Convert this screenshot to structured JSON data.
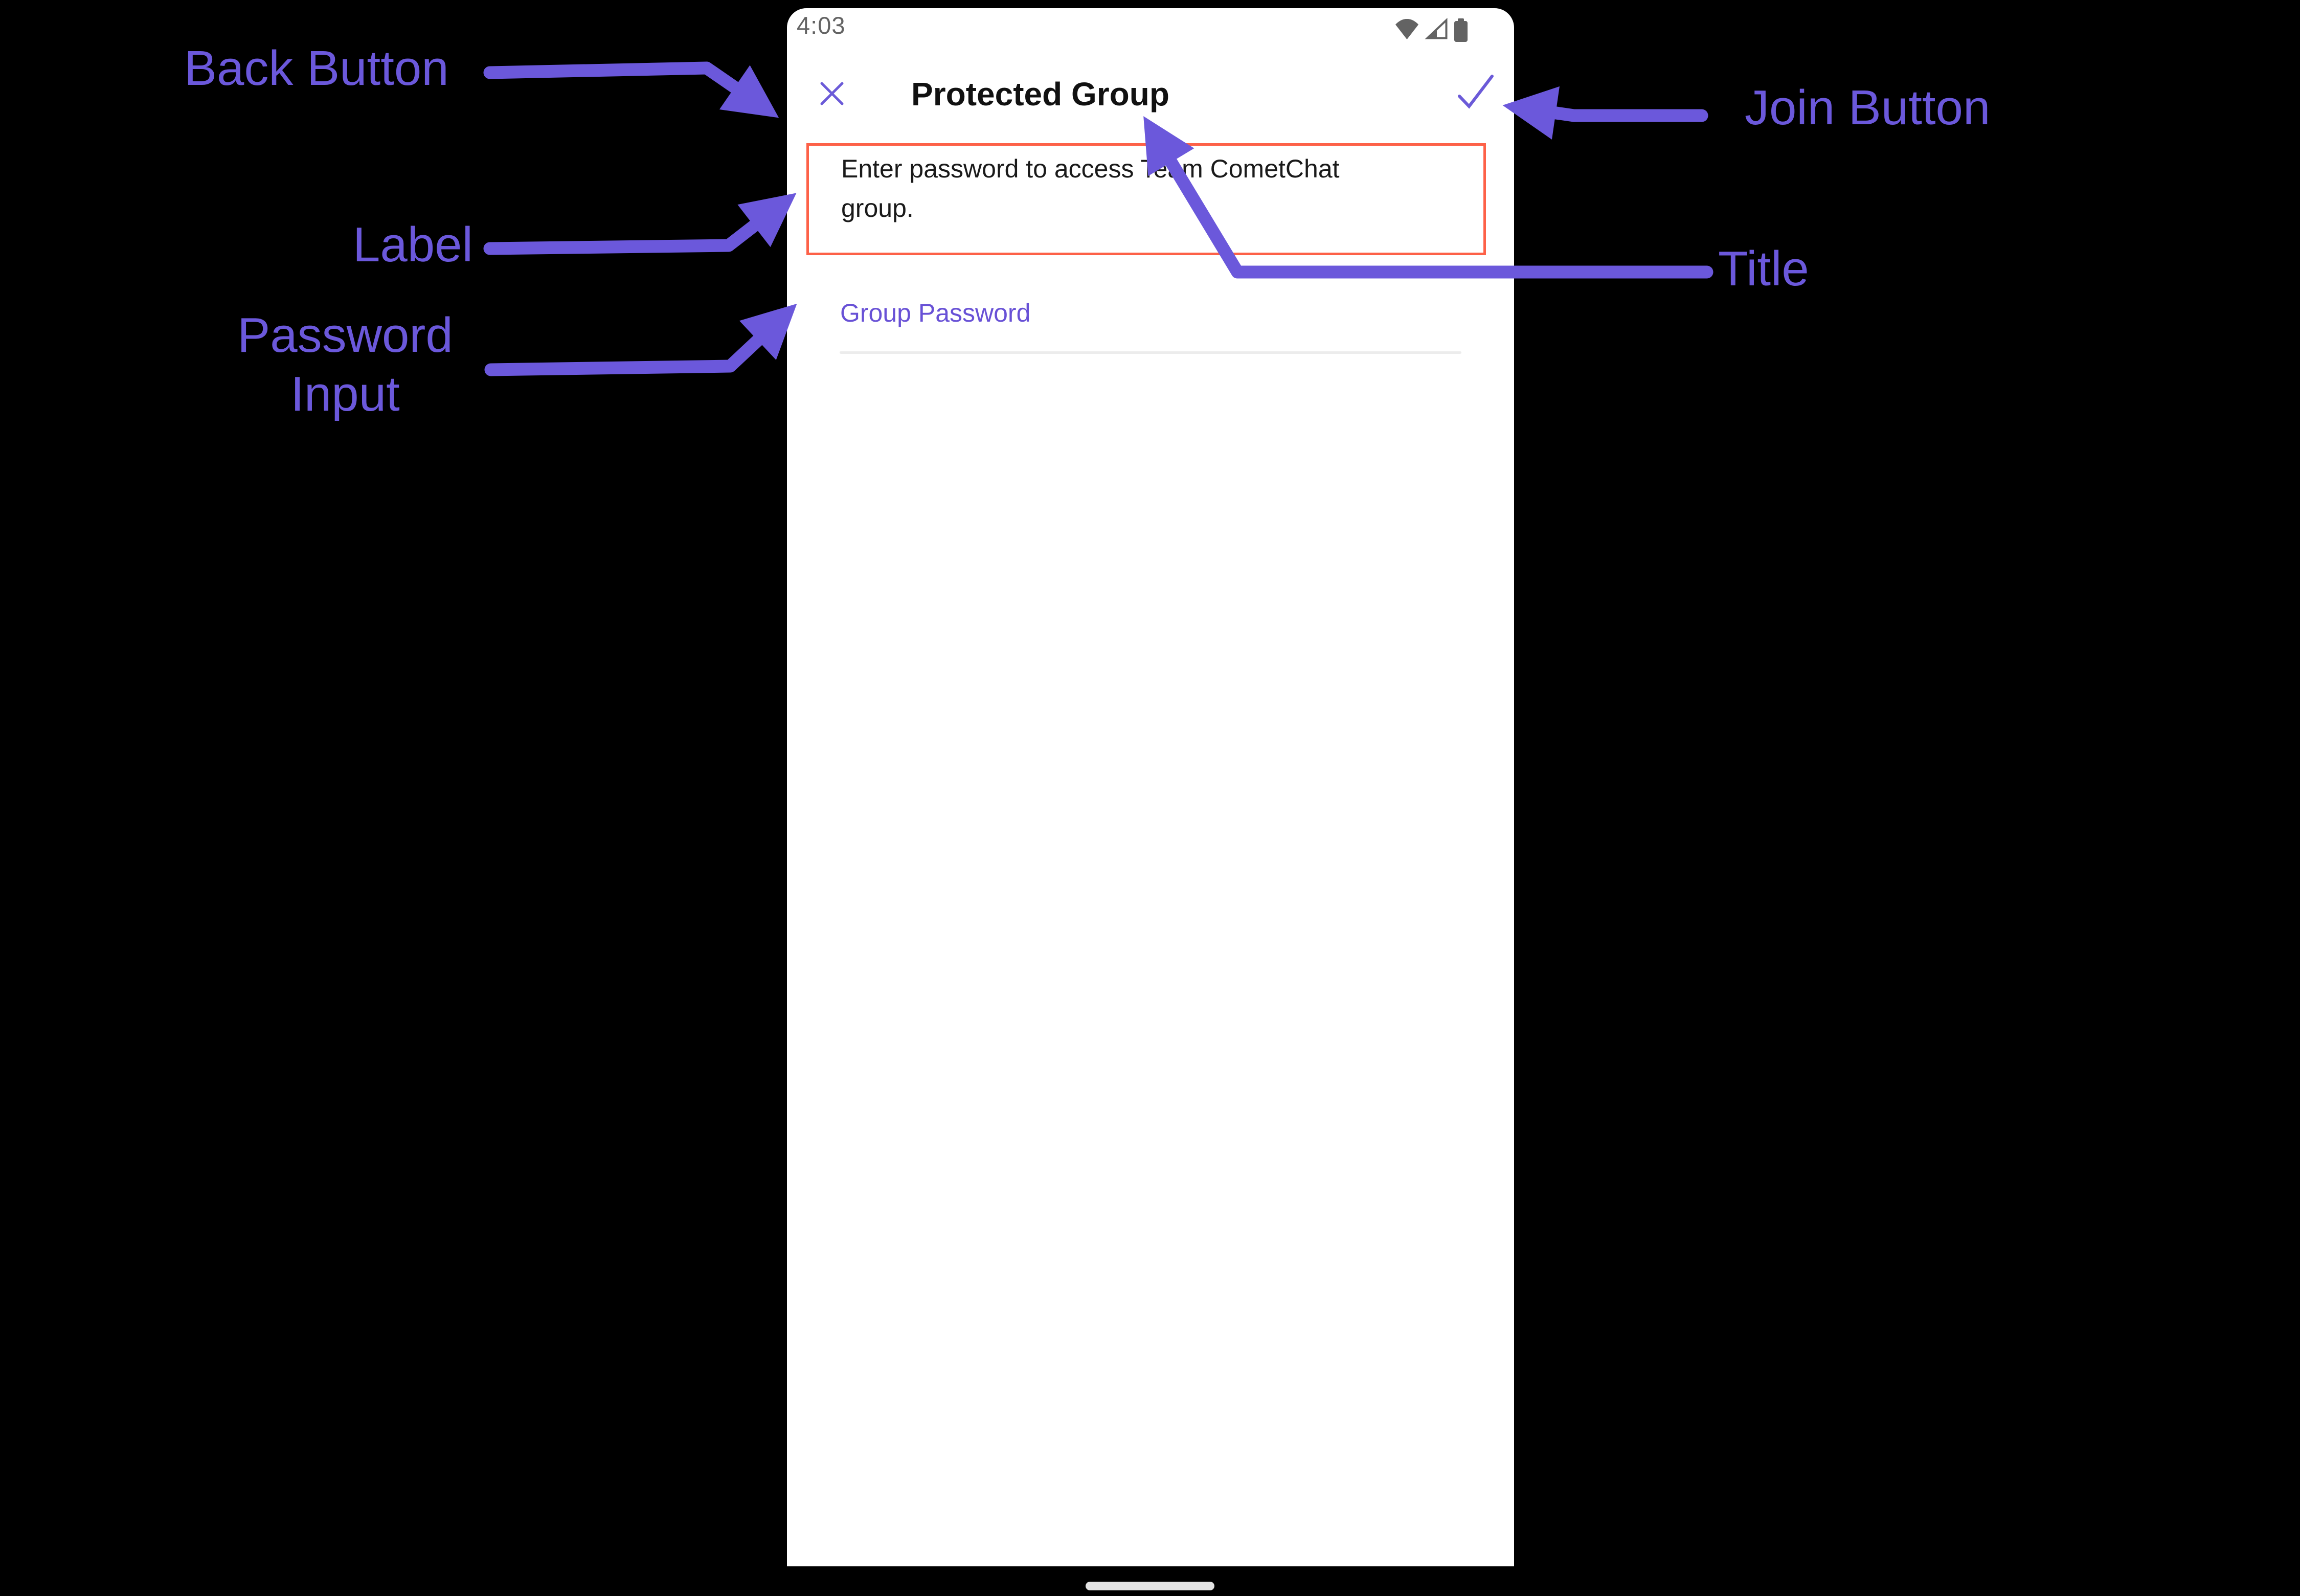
{
  "annotations": {
    "back_button_label": "Back Button",
    "join_button_label": "Join Button",
    "label_label": "Label",
    "password_input_label": "Password Input",
    "title_label": "Title",
    "arrow_color": "#6B58DB"
  },
  "phone": {
    "status_bar": {
      "time": "4:03",
      "icons": [
        "wifi-icon",
        "cellular-signal-icon",
        "battery-icon"
      ]
    },
    "header": {
      "title": "Protected Group",
      "close_icon": "close-icon",
      "join_icon": "check-icon"
    },
    "alert": {
      "text": "Enter password to access Team CometChat\ngroup."
    },
    "form": {
      "password_label": "Group Password",
      "password_value": ""
    }
  },
  "colors": {
    "background": "#000000",
    "phone_background": "#FFFFFF",
    "app_accent": "#6851D6",
    "header_icon": "#6B5AD8",
    "annotation_purple": "#6B58DB",
    "alert_border": "#FD6148",
    "status_gray": "#636363",
    "underline_gray": "#ECECEC",
    "home_indicator_gray": "#E3E3E3",
    "title_text": "#111111",
    "alert_text": "#1A1A1A"
  }
}
